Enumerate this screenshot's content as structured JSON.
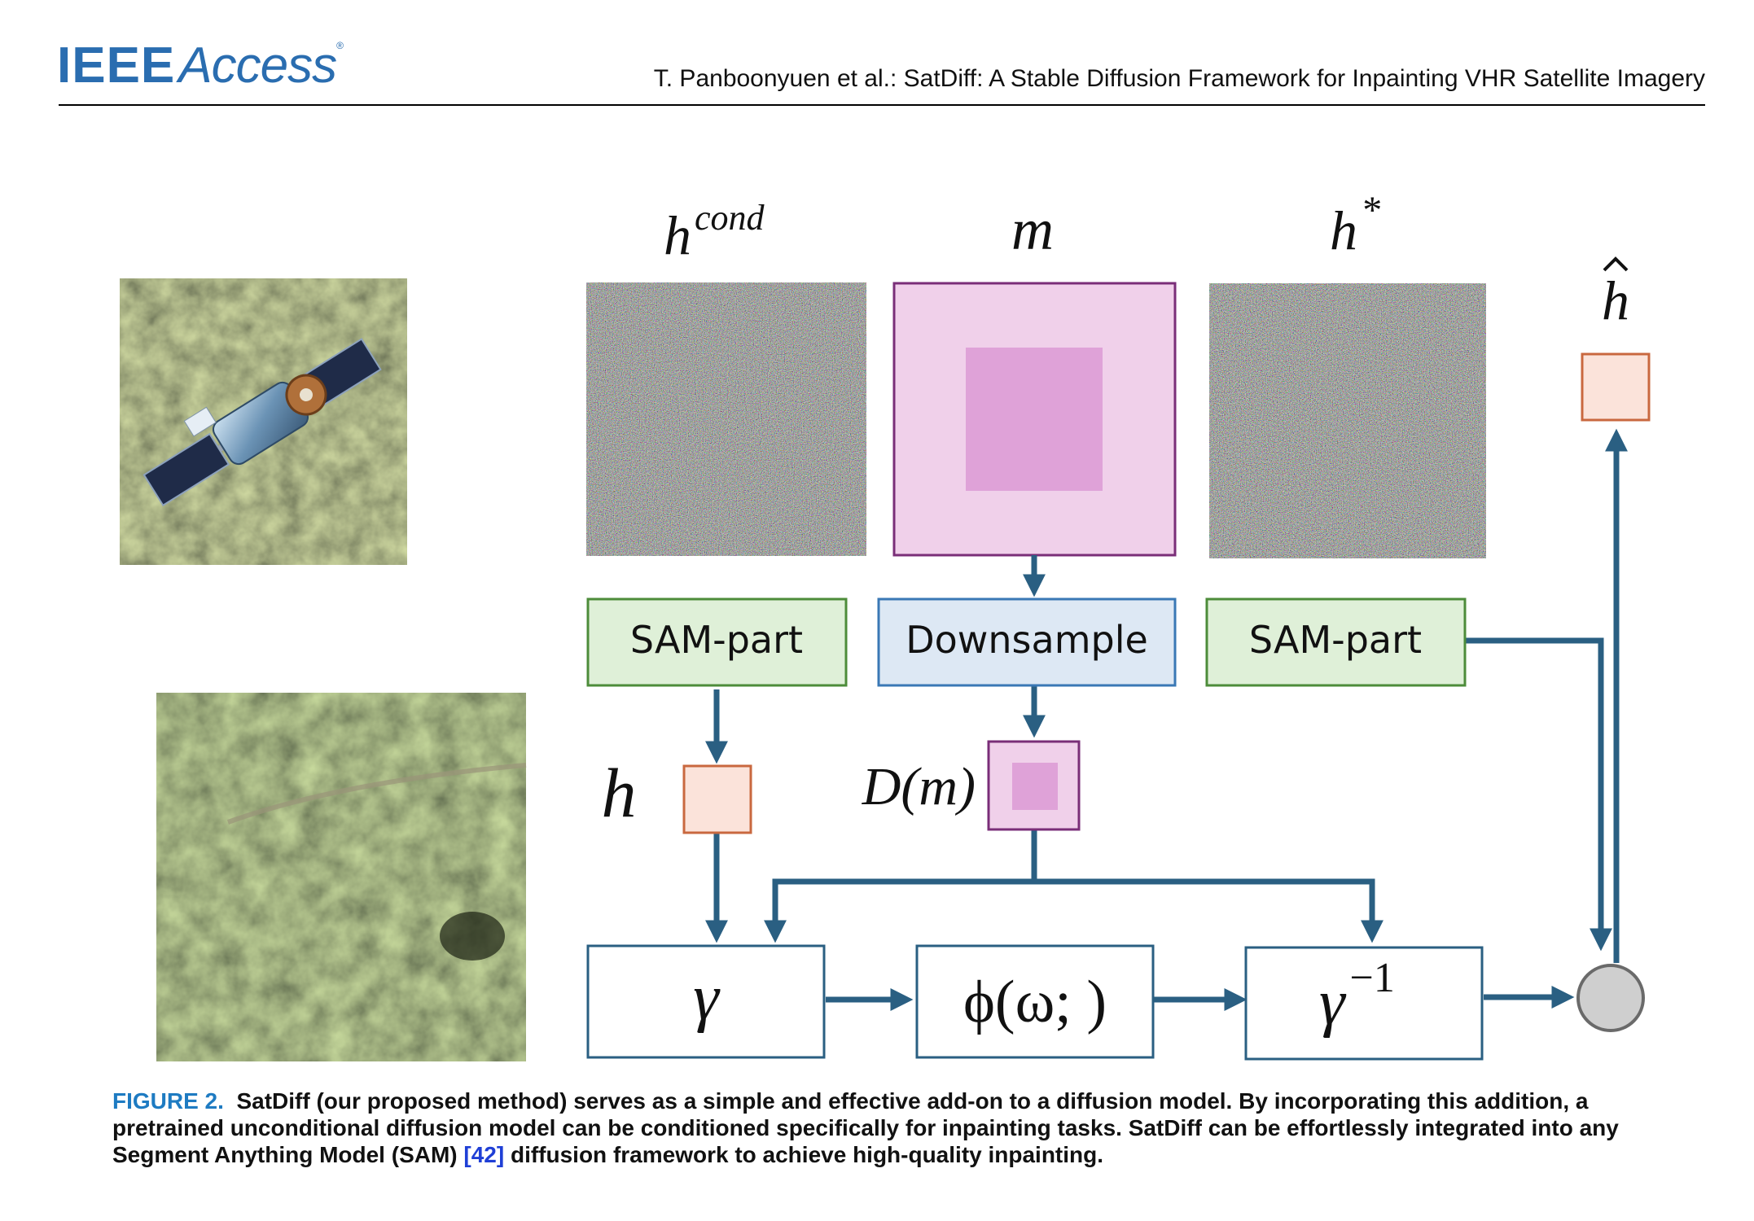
{
  "header": {
    "logo_primary": "IEEE",
    "logo_secondary": "Access",
    "running_title": "T. Panboonyuen et al.: SatDiff: A Stable Diffusion Framework for Inpainting VHR Satellite Imagery"
  },
  "figure": {
    "labels": {
      "h_cond_base": "h",
      "h_cond_sup": "cond",
      "m": "m",
      "h_star_base": "h",
      "h_star_sup": "*",
      "h_hat": "h",
      "h": "h",
      "d_m": "D(m)"
    },
    "blocks": {
      "sam_part_left": "SAM-part",
      "downsample": "Downsample",
      "sam_part_right": "SAM-part",
      "gamma": "γ",
      "phi": "ϕ(ω; )",
      "gamma_inv_base": "γ",
      "gamma_inv_sup": "−1"
    },
    "colors": {
      "arrow": "#2a5f82",
      "sam_fill": "#dff0d8",
      "sam_stroke": "#4d8c3a",
      "downsample_fill": "#dde8f4",
      "downsample_stroke": "#3a78b5",
      "feature_fill": "#fbe3da",
      "feature_stroke": "#c9683f",
      "mask_outer": "#f0d0ea",
      "mask_inner": "#dfa2d8",
      "mask_stroke": "#7a2e78",
      "op_stroke": "#2a5f82",
      "node_fill": "#cfcfcf"
    }
  },
  "caption": {
    "label": "FIGURE 2.",
    "text_before_citation": "SatDiff (our proposed method) serves as a simple and effective add-on to a diffusion model. By incorporating this addition, a pretrained unconditional diffusion model can be conditioned specifically for inpainting tasks. SatDiff can be effortlessly integrated into any Segment Anything Model (SAM)",
    "citation": "[42]",
    "text_after_citation": "diffusion framework to achieve high-quality inpainting."
  }
}
